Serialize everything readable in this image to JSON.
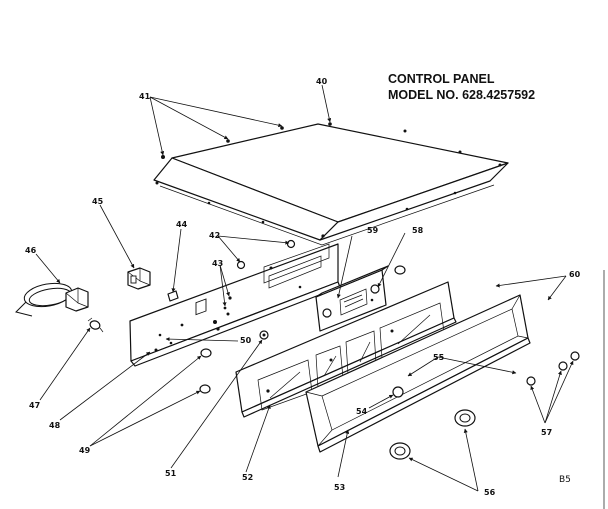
{
  "title": {
    "line1": "CONTROL PANEL",
    "line2": "MODEL NO. 628.4257592"
  },
  "page_code": "B5",
  "callouts": {
    "c40": "40",
    "c41": "41",
    "c42": "42",
    "c43": "43",
    "c44": "44",
    "c45": "45",
    "c46": "46",
    "c47": "47",
    "c48": "48",
    "c49": "49",
    "c50": "50",
    "c51": "51",
    "c52": "52",
    "c53": "53",
    "c54": "54",
    "c55": "55",
    "c56": "56",
    "c57": "57",
    "c58": "58",
    "c59": "59",
    "c60": "60"
  }
}
